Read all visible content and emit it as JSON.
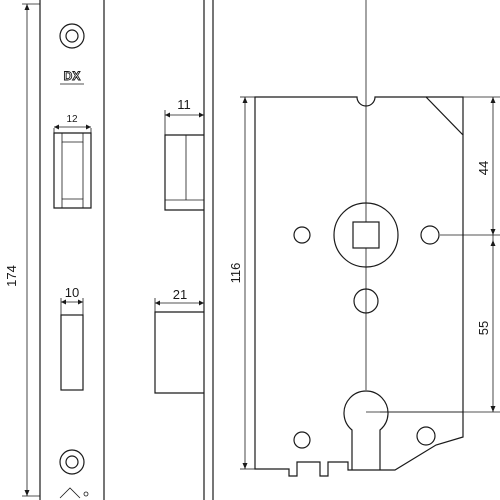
{
  "dimensions": {
    "total_height": "174",
    "latch_width": "12",
    "bolt_width": "10",
    "latch_projection": "11",
    "bolt_projection": "21",
    "case_height": "116",
    "backset": "44",
    "centre_distance": "55"
  },
  "logo": {
    "text": "DX"
  },
  "colors": {
    "line": "#1a1a1a",
    "background": "#ffffff"
  }
}
